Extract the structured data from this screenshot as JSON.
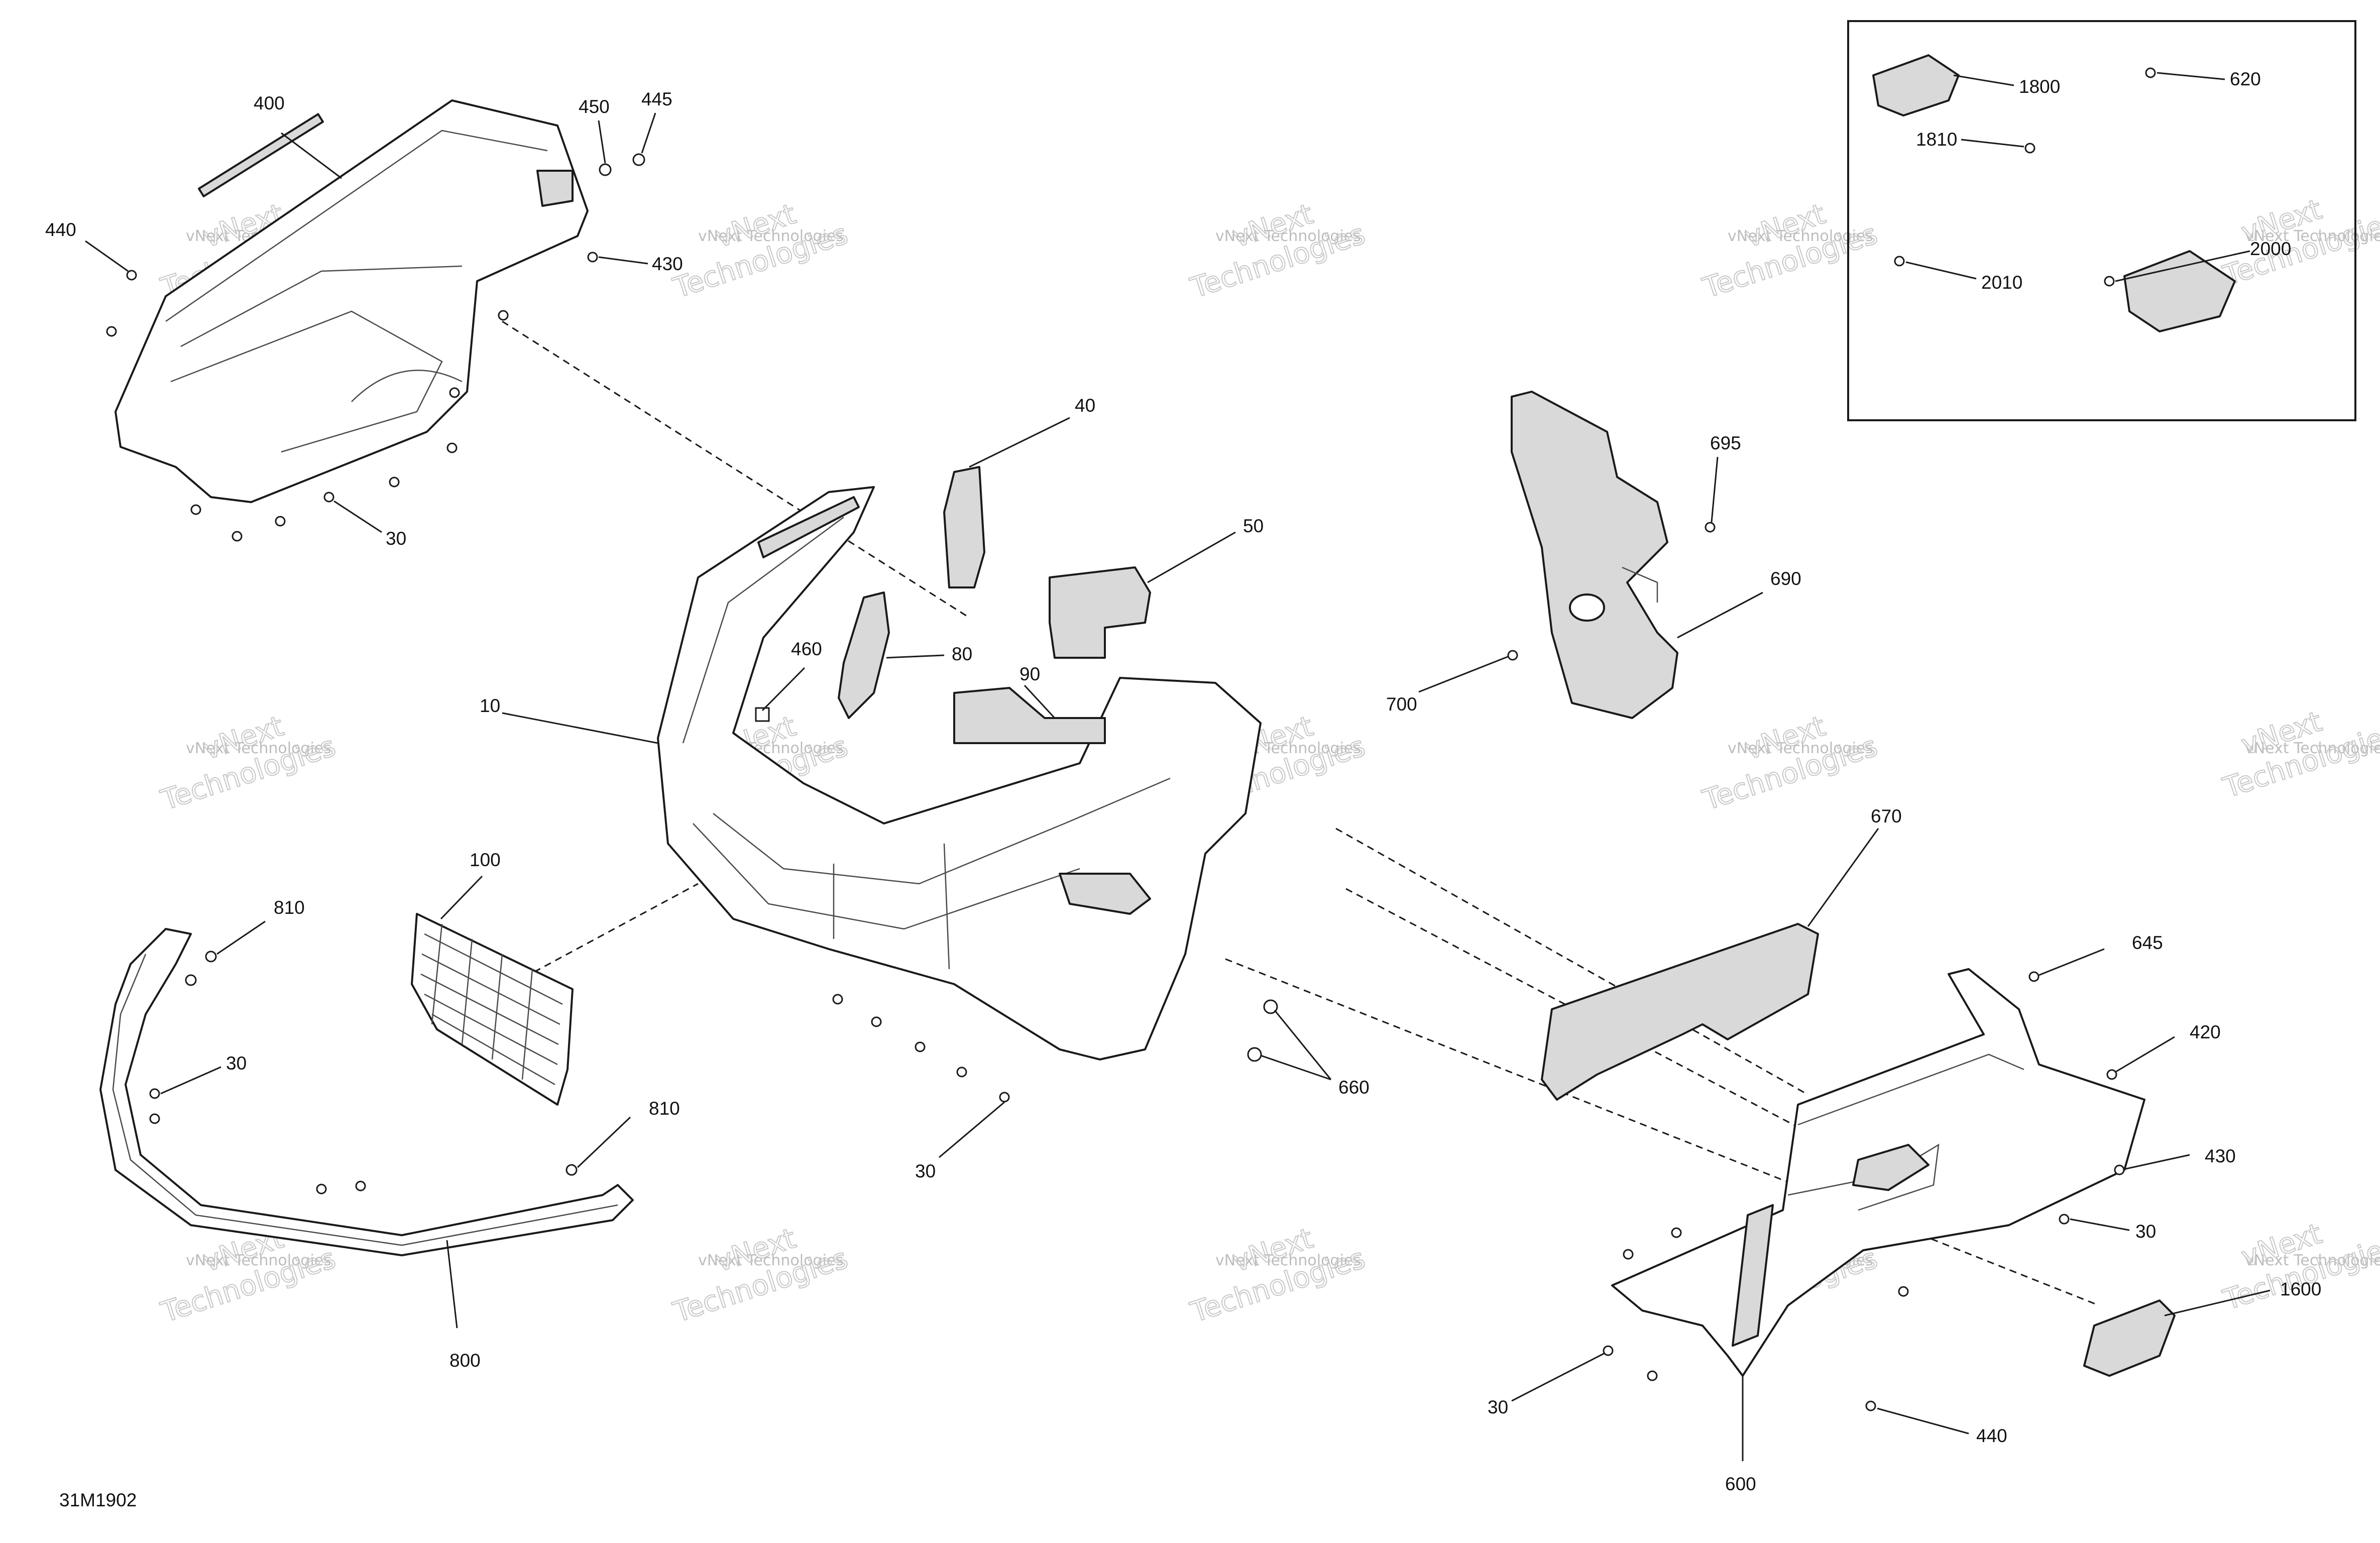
{
  "figure_code": "31M1902",
  "watermark": {
    "text": "vNext Technologies",
    "big_line_1": "vNext",
    "big_line_2": "Technologies"
  },
  "callouts": {
    "c400": "400",
    "c450": "450",
    "c445": "445",
    "c440_top": "440",
    "c430_top": "430",
    "c30_top": "30",
    "c40": "40",
    "c50": "50",
    "c80": "80",
    "c90": "90",
    "c460": "460",
    "c10": "10",
    "c100": "100",
    "c810_a": "810",
    "c810_b": "810",
    "c30_left": "30",
    "c800": "800",
    "c30_mid": "30",
    "c660": "660",
    "c695": "695",
    "c690": "690",
    "c700": "700",
    "c670": "670",
    "c645": "645",
    "c420": "420",
    "c430_right": "430",
    "c30_right": "30",
    "c1600": "1600",
    "c30_bottom": "30",
    "c440_bottom": "440",
    "c600": "600",
    "c1800": "1800",
    "c620": "620",
    "c1810": "1810",
    "c2010": "2010",
    "c2000": "2000"
  }
}
